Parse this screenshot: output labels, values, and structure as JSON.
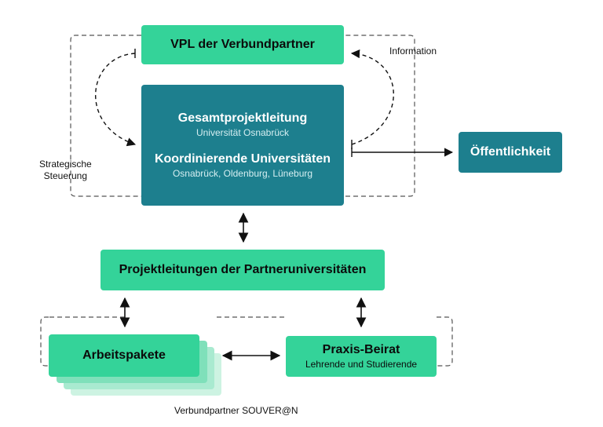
{
  "vpl": {
    "title": "VPL der Verbundpartner"
  },
  "center": {
    "title1": "Gesamtprojektleitung",
    "sub1": "Universität Osnabrück",
    "title2": "Koordinierende Universitäten",
    "sub2": "Osnabrück, Oldenburg, Lüneburg"
  },
  "public": {
    "title": "Öffentlichkeit"
  },
  "partners": {
    "title": "Projektleitungen der Partneruniversitäten"
  },
  "work": {
    "title": "Arbeitspakete"
  },
  "advisory": {
    "title": "Praxis-Beirat",
    "sub": "Lehrende und Studierende"
  },
  "labels": {
    "information": "Information",
    "strategic": "Strategische\nSteuerung",
    "footer": "Verbundpartner SOUVER@N"
  },
  "colors": {
    "green": "#34d399",
    "light_green": "#b5ecd3",
    "teal": "#1d7f8e",
    "line": "#222222",
    "dash": "#555555"
  }
}
